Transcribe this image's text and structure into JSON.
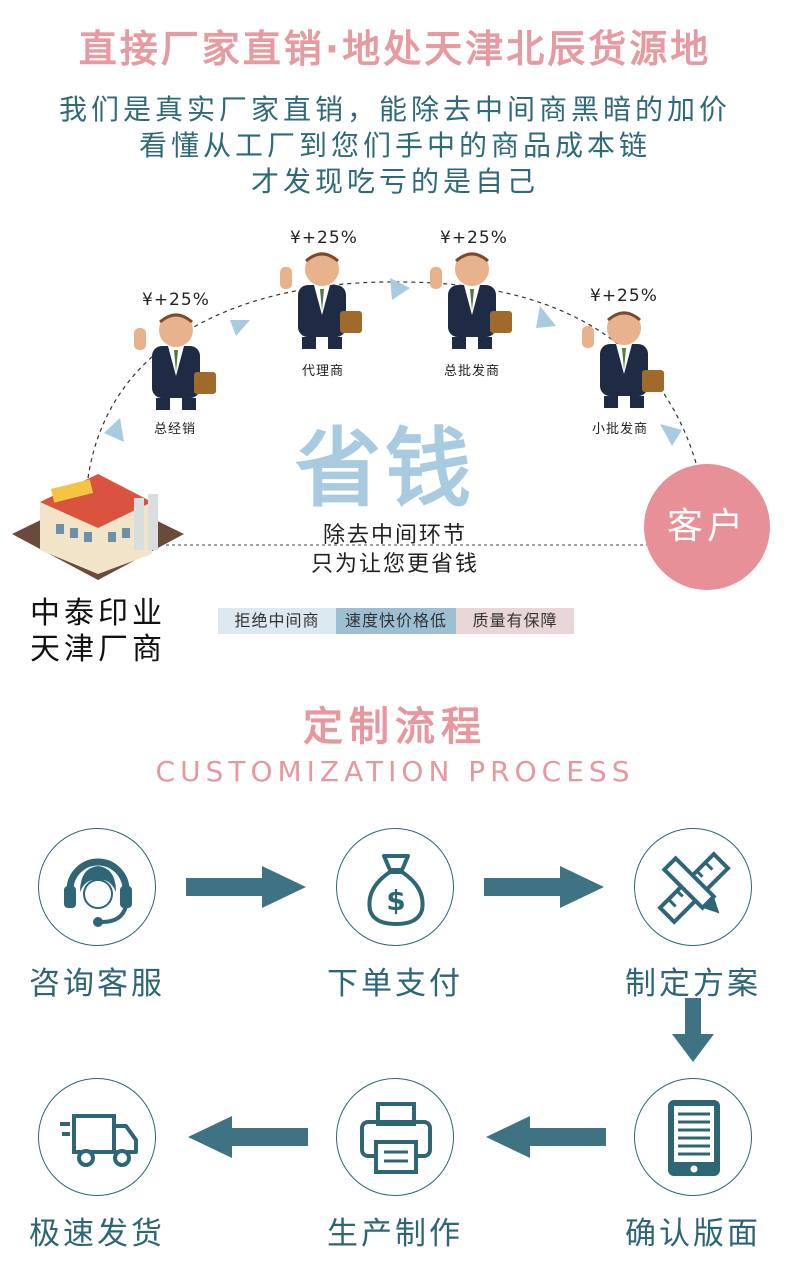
{
  "header": {
    "title": "直接厂家直销·地处天津北辰货源地",
    "lines": [
      "我们是真实厂家直销，能除去中间商黑暗的加价",
      "看懂从工厂到您们手中的商品成本链",
      "才发现吃亏的是自己"
    ]
  },
  "chain": {
    "markup": "¥+25%",
    "roles": [
      "总经销",
      "代理商",
      "总批发商",
      "小批发商"
    ],
    "save_label": "省钱",
    "remove_lines": [
      "除去中间环节",
      "只为让您更省钱"
    ],
    "customer": "客户",
    "factory": [
      "中泰印业",
      "天津厂商"
    ],
    "tags": [
      "拒绝中间商",
      "速度快价格低",
      "质量有保障"
    ]
  },
  "process": {
    "title": "定制流程",
    "subtitle": "CUSTOMIZATION PROCESS",
    "steps": [
      "咨询客服",
      "下单支付",
      "制定方案",
      "确认版面",
      "生产制作",
      "极速发货"
    ]
  },
  "colors": {
    "pink": "#e8979e",
    "teal": "#2f6676",
    "blue_light": "#a9cbe0",
    "customer_circle": "#e79097"
  }
}
